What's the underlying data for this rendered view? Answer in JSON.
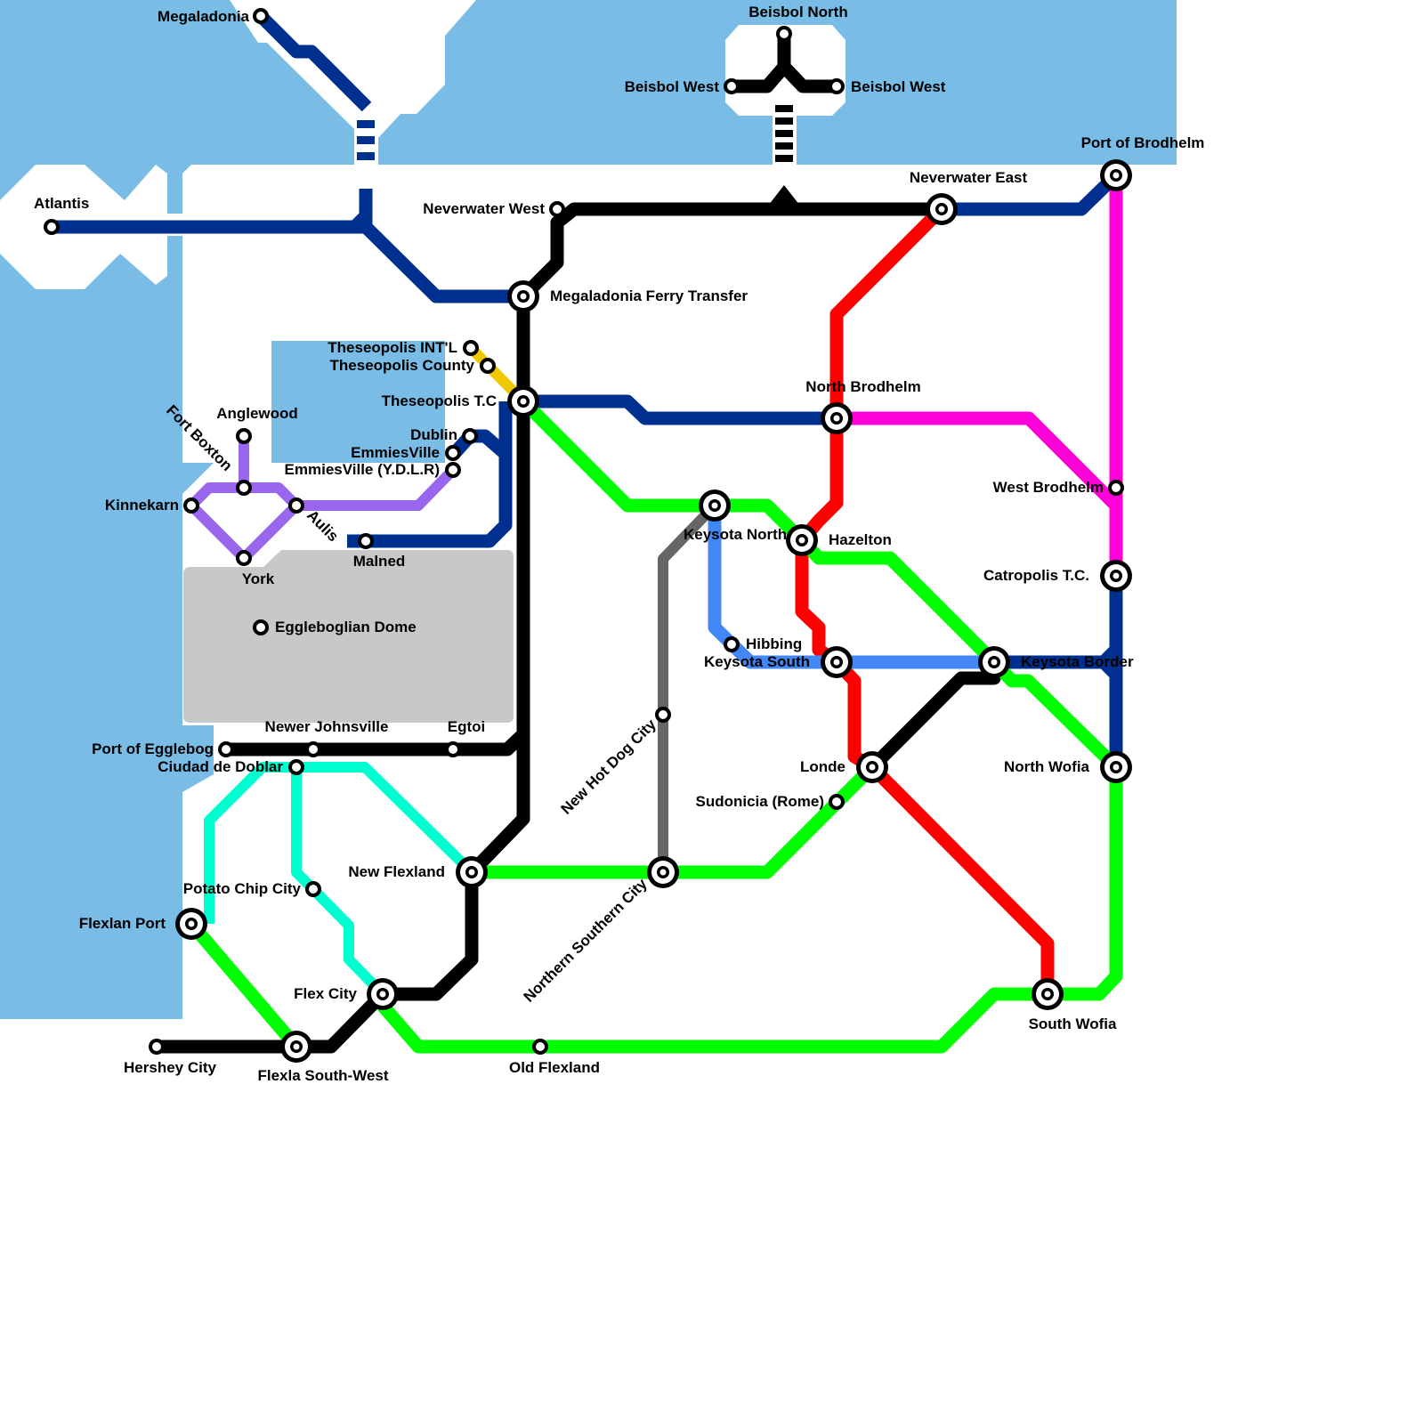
{
  "colors": {
    "water": "#79bde6",
    "park": "#c8c8c8",
    "navy": "#00308f",
    "black": "#000000",
    "red": "#ff0000",
    "green": "#00ff00",
    "magenta": "#ff00d8",
    "blue": "#4287f5",
    "teal": "#00ffd0",
    "purple": "#9966ee",
    "gray": "#666666",
    "yellow": "#f0c800"
  },
  "stations": {
    "megaladonia": "Megaladonia",
    "atlantis": "Atlantis",
    "beisbol_north": "Beisbol North",
    "beisbol_west_1": "Beisbol West",
    "beisbol_west_2": "Beisbol West",
    "port_of_brodhelm": "Port of Brodhelm",
    "neverwater_east": "Neverwater East",
    "neverwater_west": "Neverwater West",
    "megaladonia_ferry_transfer": "Megaladonia Ferry Transfer",
    "theseopolis_intl": "Theseopolis INT'L",
    "theseopolis_county": "Theseopolis County",
    "theseopolis_tc": "Theseopolis T.C",
    "north_brodhelm": "North Brodhelm",
    "anglewood": "Anglewood",
    "fort_boxton": "Fort Boxton",
    "dublin": "Dublin",
    "emmiesville": "EmmiesVille",
    "emmiesville_ydlr": "EmmiesVille (Y.D.L.R)",
    "west_brodhelm": "West Brodhelm",
    "kinnekarn": "Kinnekarn",
    "aulis": "Aulis",
    "keysota_north": "Keysota North",
    "hazelton": "Hazelton",
    "malned": "Malned",
    "york": "York",
    "catropolis_tc": "Catropolis T.C.",
    "eggleboglian_dome": "Eggleboglian Dome",
    "hibbing": "Hibbing",
    "keysota_south": "Keysota South",
    "keysota_border": "Keysota Border",
    "new_hot_dog_city": "New Hot Dog City",
    "newer_johnsville": "Newer Johnsville",
    "egtoi": "Egtoi",
    "port_of_egglebog": "Port of Egglebog",
    "ciudad_de_doblar": "Ciudad de Doblar",
    "londe": "Londe",
    "north_wofia": "North Wofia",
    "sudonicia": "Sudonicia (Rome)",
    "new_flexland": "New Flexland",
    "potato_chip_city": "Potato Chip City",
    "flexlan_port": "Flexlan Port",
    "northern_southern_city": "Northern Southern City",
    "flex_city": "Flex City",
    "south_wofia": "South Wofia",
    "hershey_city": "Hershey City",
    "flexla_south_west": "Flexla South-West",
    "old_flexland": "Old Flexland"
  }
}
